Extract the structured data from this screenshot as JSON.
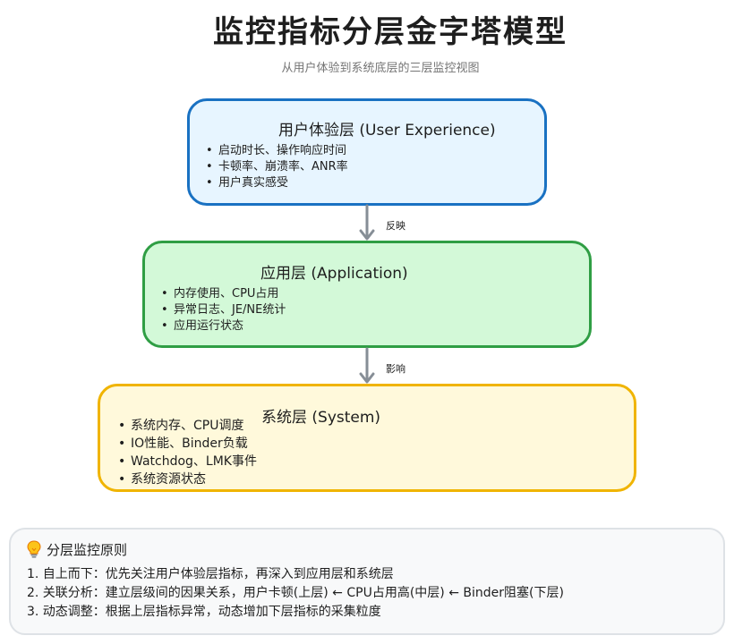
{
  "header": {
    "title": "监控指标分层金字塔模型",
    "subtitle": "从用户体验到系统底层的三层监控视图"
  },
  "layers": [
    {
      "title": "用户体验层 (User Experience)",
      "items": [
        "启动时长、操作响应时间",
        "卡顿率、崩溃率、ANR率",
        "用户真实感受"
      ],
      "fill": "#e7f5ff",
      "stroke": "#1971c2"
    },
    {
      "title": "应用层 (Application)",
      "items": [
        "内存使用、CPU占用",
        "异常日志、JE/NE统计",
        "应用运行状态"
      ],
      "fill": "#d3f9d8",
      "stroke": "#2f9e44"
    },
    {
      "title": "系统层 (System)",
      "items": [
        "系统内存、CPU调度",
        "IO性能、Binder负载",
        "Watchdog、LMK事件",
        "系统资源状态"
      ],
      "fill": "#fff9db",
      "stroke": "#f0b400"
    }
  ],
  "arrows": [
    {
      "label": "反映"
    },
    {
      "label": "影响"
    }
  ],
  "principles": {
    "icon": "lightbulb-icon",
    "title": "分层监控原则",
    "lines": [
      "1. 自上而下：优先关注用户体验层指标，再深入到应用层和系统层",
      "2. 关联分析：建立层级间的因果关系，用户卡顿(上层) ← CPU占用高(中层) ← Binder阻塞(下层)",
      "3. 动态调整：根据上层指标异常，动态增加下层指标的采集粒度"
    ]
  },
  "colors": {
    "arrow": "#868e96",
    "panel_fill": "#f8f9fa",
    "panel_border": "#dee2e6"
  }
}
